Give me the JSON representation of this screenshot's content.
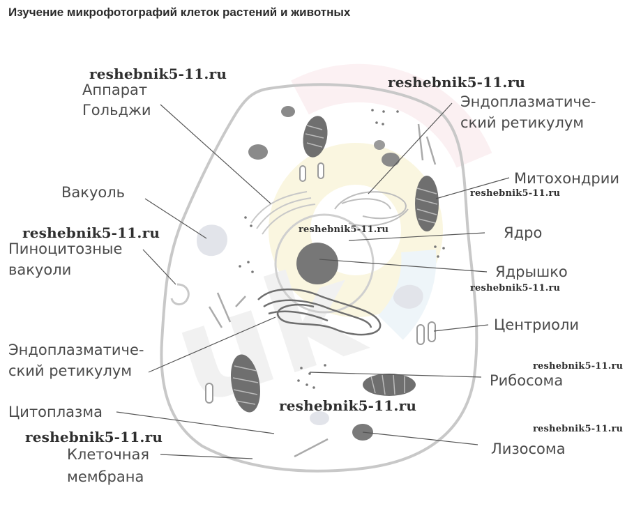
{
  "title": "Изучение микрофотографий клеток растений и животных",
  "labels": {
    "golgi_1": "Аппарат",
    "golgi_2": "Гольджи",
    "er_top_1": "Эндоплазматиче-",
    "er_top_2": "ский ретикулум",
    "mitochondria": "Митохондрии",
    "vacuole": "Вакуоль",
    "pinocytic_1": "Пиноцитозные",
    "pinocytic_2": "вакуоли",
    "nucleus": "Ядро",
    "nucleolus": "Ядрышко",
    "centrioles": "Центриоли",
    "er_left_1": "Эндоплазматиче-",
    "er_left_2": "ский ретикулум",
    "ribosome": "Рибосома",
    "cytoplasm": "Цитоплазма",
    "lysosome": "Лизосома",
    "membrane_1": "Клеточная",
    "membrane_2": "мембрана"
  },
  "watermarks": [
    "reshebnik5-11.ru",
    "reshebnik5-11.ru",
    "reshebnik5-11.ru",
    "reshebnik5-11.ru",
    "reshebnik5-11.ru",
    "reshebnik5-11.ru",
    "reshebnik5-11.ru",
    "reshebnik5-11.ru",
    "reshebnik5-11.ru",
    "reshebnik5-11.ru"
  ],
  "colors": {
    "membrane": "#c8c8c8",
    "organelle_fill": "#7a7a7a",
    "organelle_light": "#e2e4ea",
    "leader_line": "#555555",
    "text": "#4a4a4a"
  }
}
